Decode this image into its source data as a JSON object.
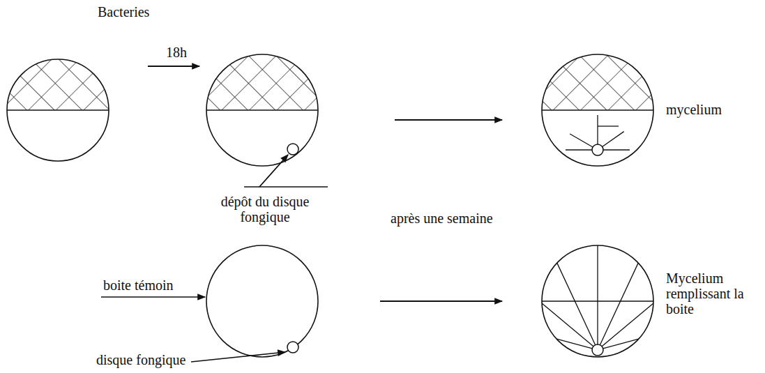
{
  "diagram": {
    "labels": [
      "Bacteries",
      "18h",
      "mycelium",
      "dépôt du disque fongique",
      "après une semaine",
      "boite témoin",
      "disque fongique",
      "Mycelium remplissant la boite"
    ]
  }
}
